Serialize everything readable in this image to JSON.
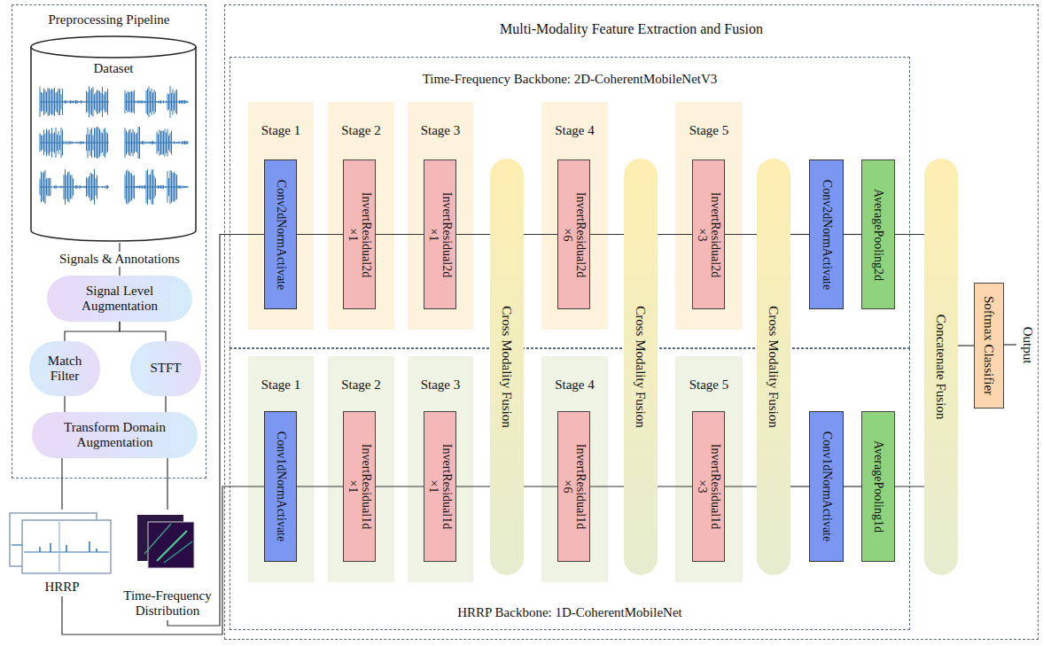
{
  "diagram": {
    "nodes": [
      {
        "text": [
          "Preprocessing Pipeline"
        ]
      },
      {
        "text": [
          "Dataset"
        ],
        "in": 0
      },
      {
        "text": [
          "Signal Level Augmentation"
        ],
        "in": 0
      },
      {
        "text": [
          "Match Filter"
        ],
        "in": 0
      },
      {
        "text": [
          "STFT"
        ],
        "in": 0
      },
      {
        "text": [
          "Transform Domain Augmentation"
        ],
        "in": 0
      },
      {
        "text": [
          "HRRP"
        ]
      },
      {
        "text": [
          "Time-Frequency Distribution"
        ]
      },
      {
        "text": [
          "Multi-Modality Feature Extraction and Fusion"
        ]
      },
      {
        "text": [
          "Time-Frequency Backbone: 2D-CoherentMobileNetV3"
        ],
        "in": 8
      },
      {
        "text": [
          "Stage 1"
        ],
        "in": 9
      },
      {
        "text": [
          "Conv2dNormActivate"
        ],
        "in": 10
      },
      {
        "text": [
          "Stage 2"
        ],
        "in": 9
      },
      {
        "text": [
          "InvertResidual2d ×1"
        ],
        "in": 12
      },
      {
        "text": [
          "Stage 3"
        ],
        "in": 9
      },
      {
        "text": [
          "InvertResidual2d ×1"
        ],
        "in": 14
      },
      {
        "text": [
          "Stage 4"
        ],
        "in": 9
      },
      {
        "text": [
          "InvertResidual2d ×6"
        ],
        "in": 16
      },
      {
        "text": [
          "Stage 5"
        ],
        "in": 9
      },
      {
        "text": [
          "InvertResidual2d ×3"
        ],
        "in": 18
      },
      {
        "text": [
          "Conv2dNormActivate"
        ],
        "in": 9
      },
      {
        "text": [
          "AveragePooling2d"
        ],
        "in": 9
      },
      {
        "text": [
          "HRRP Backbone: 1D-CoherentMobileNet"
        ],
        "in": 8
      },
      {
        "text": [
          "Stage 1"
        ],
        "in": 22
      },
      {
        "text": [
          "Conv1dNormActivate"
        ],
        "in": 23
      },
      {
        "text": [
          "Stage 2"
        ],
        "in": 22
      },
      {
        "text": [
          "InvertResidual1d ×1"
        ],
        "in": 25
      },
      {
        "text": [
          "Stage 3"
        ],
        "in": 22
      },
      {
        "text": [
          "InvertResidual1d ×1"
        ],
        "in": 27
      },
      {
        "text": [
          "Stage 4"
        ],
        "in": 22
      },
      {
        "text": [
          "InvertResidual1d ×6"
        ],
        "in": 29
      },
      {
        "text": [
          "Stage 5"
        ],
        "in": 22
      },
      {
        "text": [
          "InvertResidual1d ×3"
        ],
        "in": 31
      },
      {
        "text": [
          "Conv1dNormActivate"
        ],
        "in": 22
      },
      {
        "text": [
          "AveragePooling1d"
        ],
        "in": 22
      },
      {
        "text": [
          "Cross Modality Fusion"
        ],
        "in": 8
      },
      {
        "text": [
          "Cross Modality Fusion"
        ],
        "in": 8
      },
      {
        "text": [
          "Cross Modality Fusion"
        ],
        "in": 8
      },
      {
        "text": [
          "Concatenate Fusion"
        ],
        "in": 8
      },
      {
        "text": [
          "Softmax Classifier"
        ],
        "in": 8
      }
    ],
    "edges": [
      {
        "from": 1,
        "to": 2,
        "arrow": "none",
        "label": "Signals & Annotations"
      },
      {
        "from": 2,
        "to": 3,
        "arrow": "none"
      },
      {
        "from": 2,
        "to": 4,
        "arrow": "none"
      },
      {
        "from": 3,
        "to": 5,
        "arrow": "none"
      },
      {
        "from": 4,
        "to": 5,
        "arrow": "none"
      },
      {
        "from": 5,
        "to": 6,
        "arrow": "none"
      },
      {
        "from": 5,
        "to": 7,
        "arrow": "none"
      },
      {
        "from": 7,
        "to": 11,
        "arrow": "none"
      },
      {
        "from": 6,
        "to": 24,
        "arrow": "none"
      },
      {
        "from": 11,
        "to": 13,
        "arrow": "none"
      },
      {
        "from": 13,
        "to": 15,
        "arrow": "none"
      },
      {
        "from": 15,
        "to": 35,
        "arrow": "none"
      },
      {
        "from": 35,
        "to": 17,
        "arrow": "none"
      },
      {
        "from": 17,
        "to": 36,
        "arrow": "none"
      },
      {
        "from": 36,
        "to": 19,
        "arrow": "none"
      },
      {
        "from": 19,
        "to": 37,
        "arrow": "none"
      },
      {
        "from": 37,
        "to": 20,
        "arrow": "none"
      },
      {
        "from": 20,
        "to": 21,
        "arrow": "none"
      },
      {
        "from": 21,
        "to": 38,
        "arrow": "none"
      },
      {
        "from": 24,
        "to": 26,
        "arrow": "none"
      },
      {
        "from": 26,
        "to": 28,
        "arrow": "none"
      },
      {
        "from": 28,
        "to": 35,
        "arrow": "none"
      },
      {
        "from": 35,
        "to": 30,
        "arrow": "none"
      },
      {
        "from": 30,
        "to": 36,
        "arrow": "none"
      },
      {
        "from": 36,
        "to": 32,
        "arrow": "none"
      },
      {
        "from": 32,
        "to": 37,
        "arrow": "none"
      },
      {
        "from": 37,
        "to": 33,
        "arrow": "none"
      },
      {
        "from": 33,
        "to": 34,
        "arrow": "none"
      },
      {
        "from": 34,
        "to": 38,
        "arrow": "none"
      },
      {
        "from": 38,
        "to": 39,
        "arrow": "none"
      }
    ],
    "labels": [
      "Output"
    ]
  }
}
